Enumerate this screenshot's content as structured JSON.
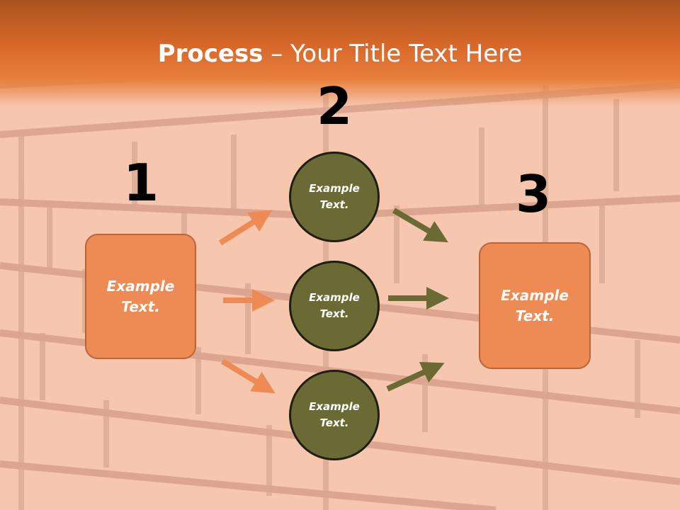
{
  "title": {
    "bold": "Process",
    "rest": " – Your Title Text Here"
  },
  "numbers": {
    "n1": "1",
    "n2": "2",
    "n3": "3"
  },
  "boxes": {
    "left": "Example\nText.",
    "right": "Example\nText."
  },
  "circles": {
    "top": "Example\nText.",
    "middle": "Example\nText.",
    "bottom": "Example\nText."
  },
  "colors": {
    "header": "#d9692a",
    "box_fill": "#ee8b55",
    "circle_fill": "#6b6a34",
    "orange_arrow": "#ee8b55",
    "olive_arrow": "#6b6a34"
  }
}
